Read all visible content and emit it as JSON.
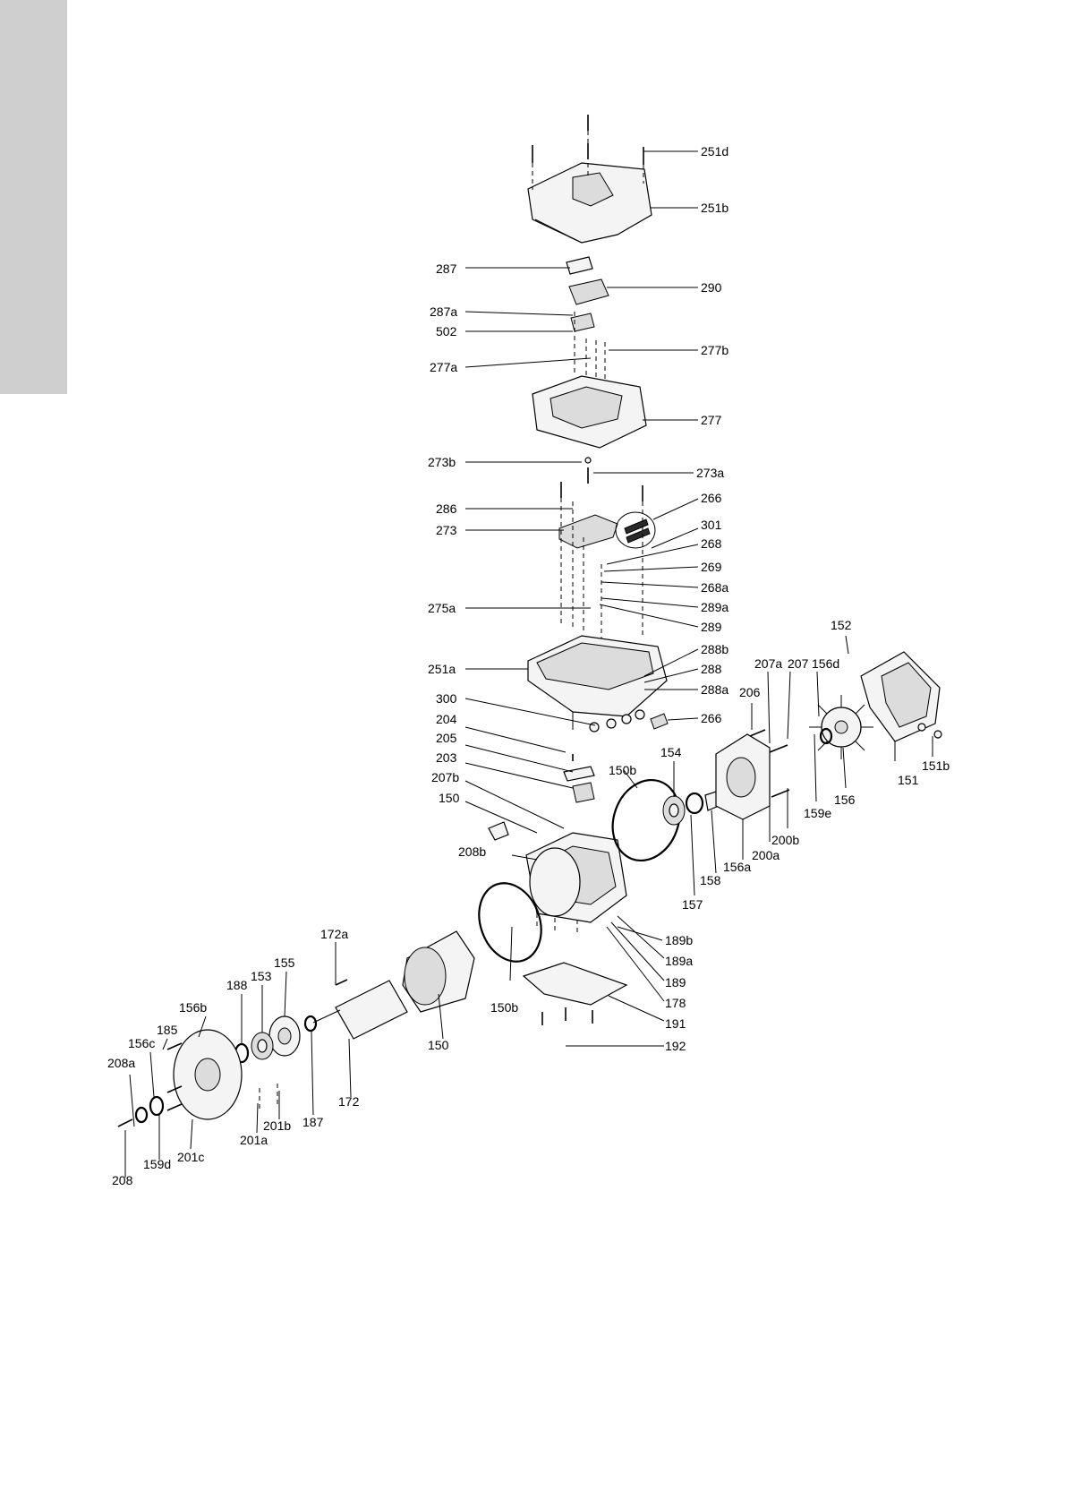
{
  "labels": [
    "251d",
    "251b",
    "287",
    "290",
    "287a",
    "502",
    "277b",
    "277a",
    "277",
    "273b",
    "273a",
    "266",
    "286",
    "273",
    "301",
    "268",
    "269",
    "268a",
    "275a",
    "289a",
    "289",
    "152",
    "288b",
    "251a",
    "288",
    "207a",
    "207",
    "156d",
    "288a",
    "206",
    "300",
    "266",
    "204",
    "205",
    "154",
    "203",
    "150b",
    "207b",
    "150",
    "151b",
    "151",
    "156",
    "159e",
    "200b",
    "200a",
    "156a",
    "208b",
    "158",
    "157",
    "172a",
    "189b",
    "189a",
    "155",
    "153",
    "188",
    "189",
    "178",
    "156b",
    "150b",
    "191",
    "185",
    "156c",
    "150",
    "192",
    "208a",
    "172",
    "187",
    "201b",
    "201a",
    "159d",
    "201c",
    "208"
  ]
}
